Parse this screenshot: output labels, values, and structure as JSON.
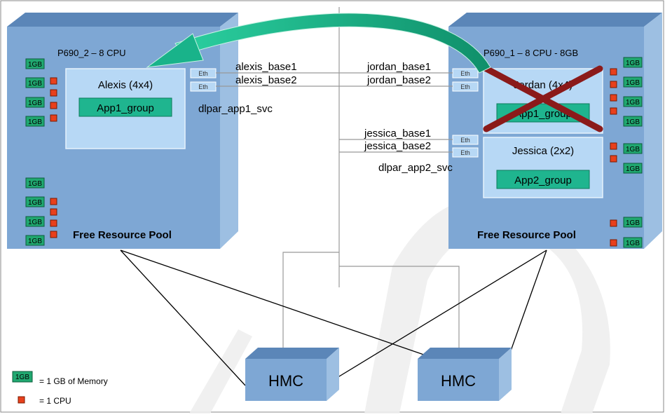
{
  "servers": {
    "left": {
      "title": "P690_2 – 8 CPU",
      "lpar": {
        "name": "Alexis (4x4)",
        "group": "App1_group"
      },
      "eth": [
        "Eth",
        "Eth"
      ],
      "pool_label": "Free Resource Pool"
    },
    "right": {
      "title": "P690_1 – 8 CPU - 8GB",
      "lpar1": {
        "name": "Jordan (4x4)",
        "group": "App1_group",
        "failed": true
      },
      "lpar2": {
        "name": "Jessica (2x2)",
        "group": "App2_group"
      },
      "eth": [
        "Eth",
        "Eth",
        "Eth",
        "Eth"
      ],
      "pool_label": "Free Resource Pool"
    }
  },
  "network_labels": {
    "alexis_base1": "alexis_base1",
    "alexis_base2": "alexis_base2",
    "app1_svc": "dlpar_app1_svc",
    "jordan_base1": "jordan_base1",
    "jordan_base2": "jordan_base2",
    "jessica_base1": "jessica_base1",
    "jessica_base2": "jessica_base2",
    "app2_svc": "dlpar_app2_svc"
  },
  "memory_label": "1GB",
  "hmc": [
    "HMC",
    "HMC"
  ],
  "legend": {
    "memory_text": "= 1 GB of Memory",
    "cpu_text": "= 1 CPU"
  },
  "colors": {
    "server_front": "#7ea7d4",
    "server_top": "#5b86b8",
    "server_side": "#9dbfe2",
    "lpar_fill": "#b7d8f5",
    "group_fill": "#1fb58f",
    "memory_fill": "#20a870",
    "cpu_fill": "#e8401c",
    "arrow": "#19b38a",
    "cross": "#8b1a1a",
    "hmc_front": "#7ea7d4"
  }
}
